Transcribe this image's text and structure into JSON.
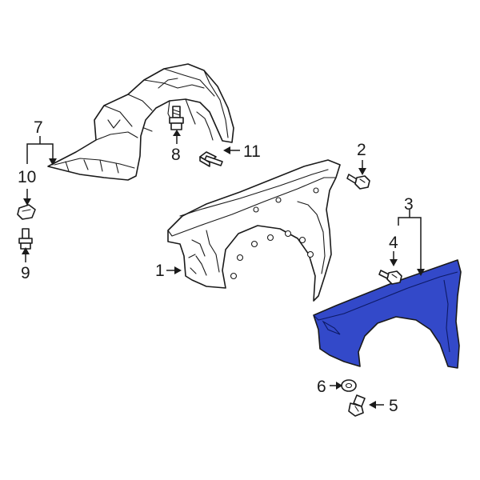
{
  "callouts": {
    "c1": "1",
    "c2": "2",
    "c3": "3",
    "c4": "4",
    "c5": "5",
    "c6": "6",
    "c7": "7",
    "c8": "8",
    "c9": "9",
    "c10": "10",
    "c11": "11"
  },
  "colors": {
    "highlight": "#3349C9",
    "line": "#1a1a1a"
  }
}
